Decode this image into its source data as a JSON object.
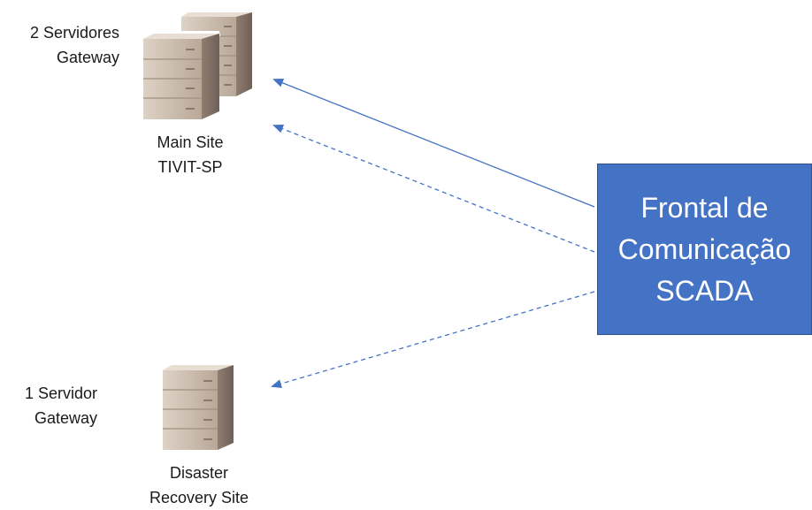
{
  "main_site": {
    "servers_label": [
      "2 Servidores",
      "Gateway"
    ],
    "site_label": [
      "Main Site",
      "TIVIT-SP"
    ]
  },
  "dr_site": {
    "servers_label": [
      "1 Servidor",
      "Gateway"
    ],
    "site_label": [
      "Disaster",
      "Recovery Site"
    ]
  },
  "scada": {
    "label": [
      "Frontal de",
      "Comunicação",
      "SCADA"
    ]
  },
  "connections": [
    {
      "from": "scada",
      "to": "main_site",
      "style": "solid"
    },
    {
      "from": "scada",
      "to": "main_site",
      "style": "dashed"
    },
    {
      "from": "scada",
      "to": "dr_site",
      "style": "dashed"
    }
  ],
  "colors": {
    "box_fill": "#4472c4",
    "arrow": "#4472c4",
    "server_front": "#c9b9a8",
    "server_side": "#8f7f73"
  },
  "icons": [
    "server-icon"
  ]
}
